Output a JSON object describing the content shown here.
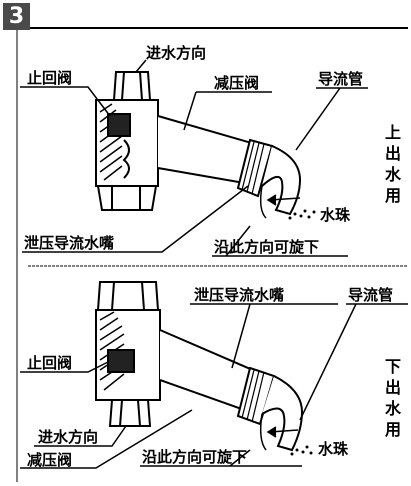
{
  "step_number": "3",
  "top": {
    "inlet_direction": "进水方向",
    "check_valve": "止回阀",
    "pressure_reducing_valve": "减压阀",
    "diversion_pipe": "导流管",
    "relief_nozzle": "泄压导流水嘴",
    "rotate_hint": "沿此方向可旋下",
    "water_drops": "水珠",
    "outlet_mode": "上出水用"
  },
  "bottom": {
    "relief_nozzle": "泄压导流水嘴",
    "diversion_pipe": "导流管",
    "check_valve": "止回阀",
    "inlet_direction": "进水方向",
    "pressure_reducing_valve": "减压阀",
    "rotate_hint": "沿此方向可旋下",
    "water_drops": "水珠",
    "outlet_mode": "下出水用"
  }
}
